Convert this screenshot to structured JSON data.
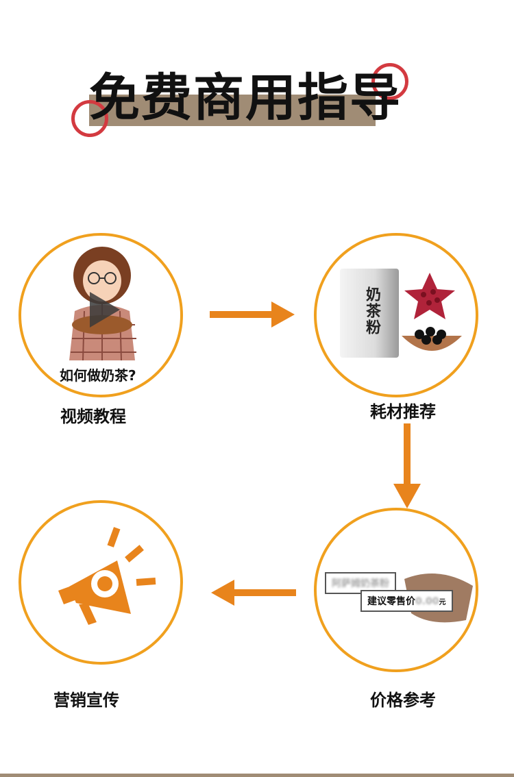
{
  "title": "免费商用指导",
  "colors": {
    "accent": "#f0a01e",
    "arrow": "#e8841c",
    "title_bar": "#a08c75",
    "ring": "#d33a40"
  },
  "steps": [
    {
      "label": "视频教程",
      "caption": "如何做奶茶?"
    },
    {
      "label": "耗材推荐",
      "pack_text": "奶茶粉"
    },
    {
      "label": "价格参考",
      "product_name": "阿萨姆奶茶粉",
      "price_prefix": "建议零售价",
      "price_value": "0.00",
      "price_unit": "元"
    },
    {
      "label": "营销宣传"
    }
  ],
  "icons": {
    "video": "play-icon",
    "supplies": "milk-tea-pack-icon",
    "price": "price-tag-icon",
    "marketing": "megaphone-icon",
    "flow": "arrow-icon"
  }
}
